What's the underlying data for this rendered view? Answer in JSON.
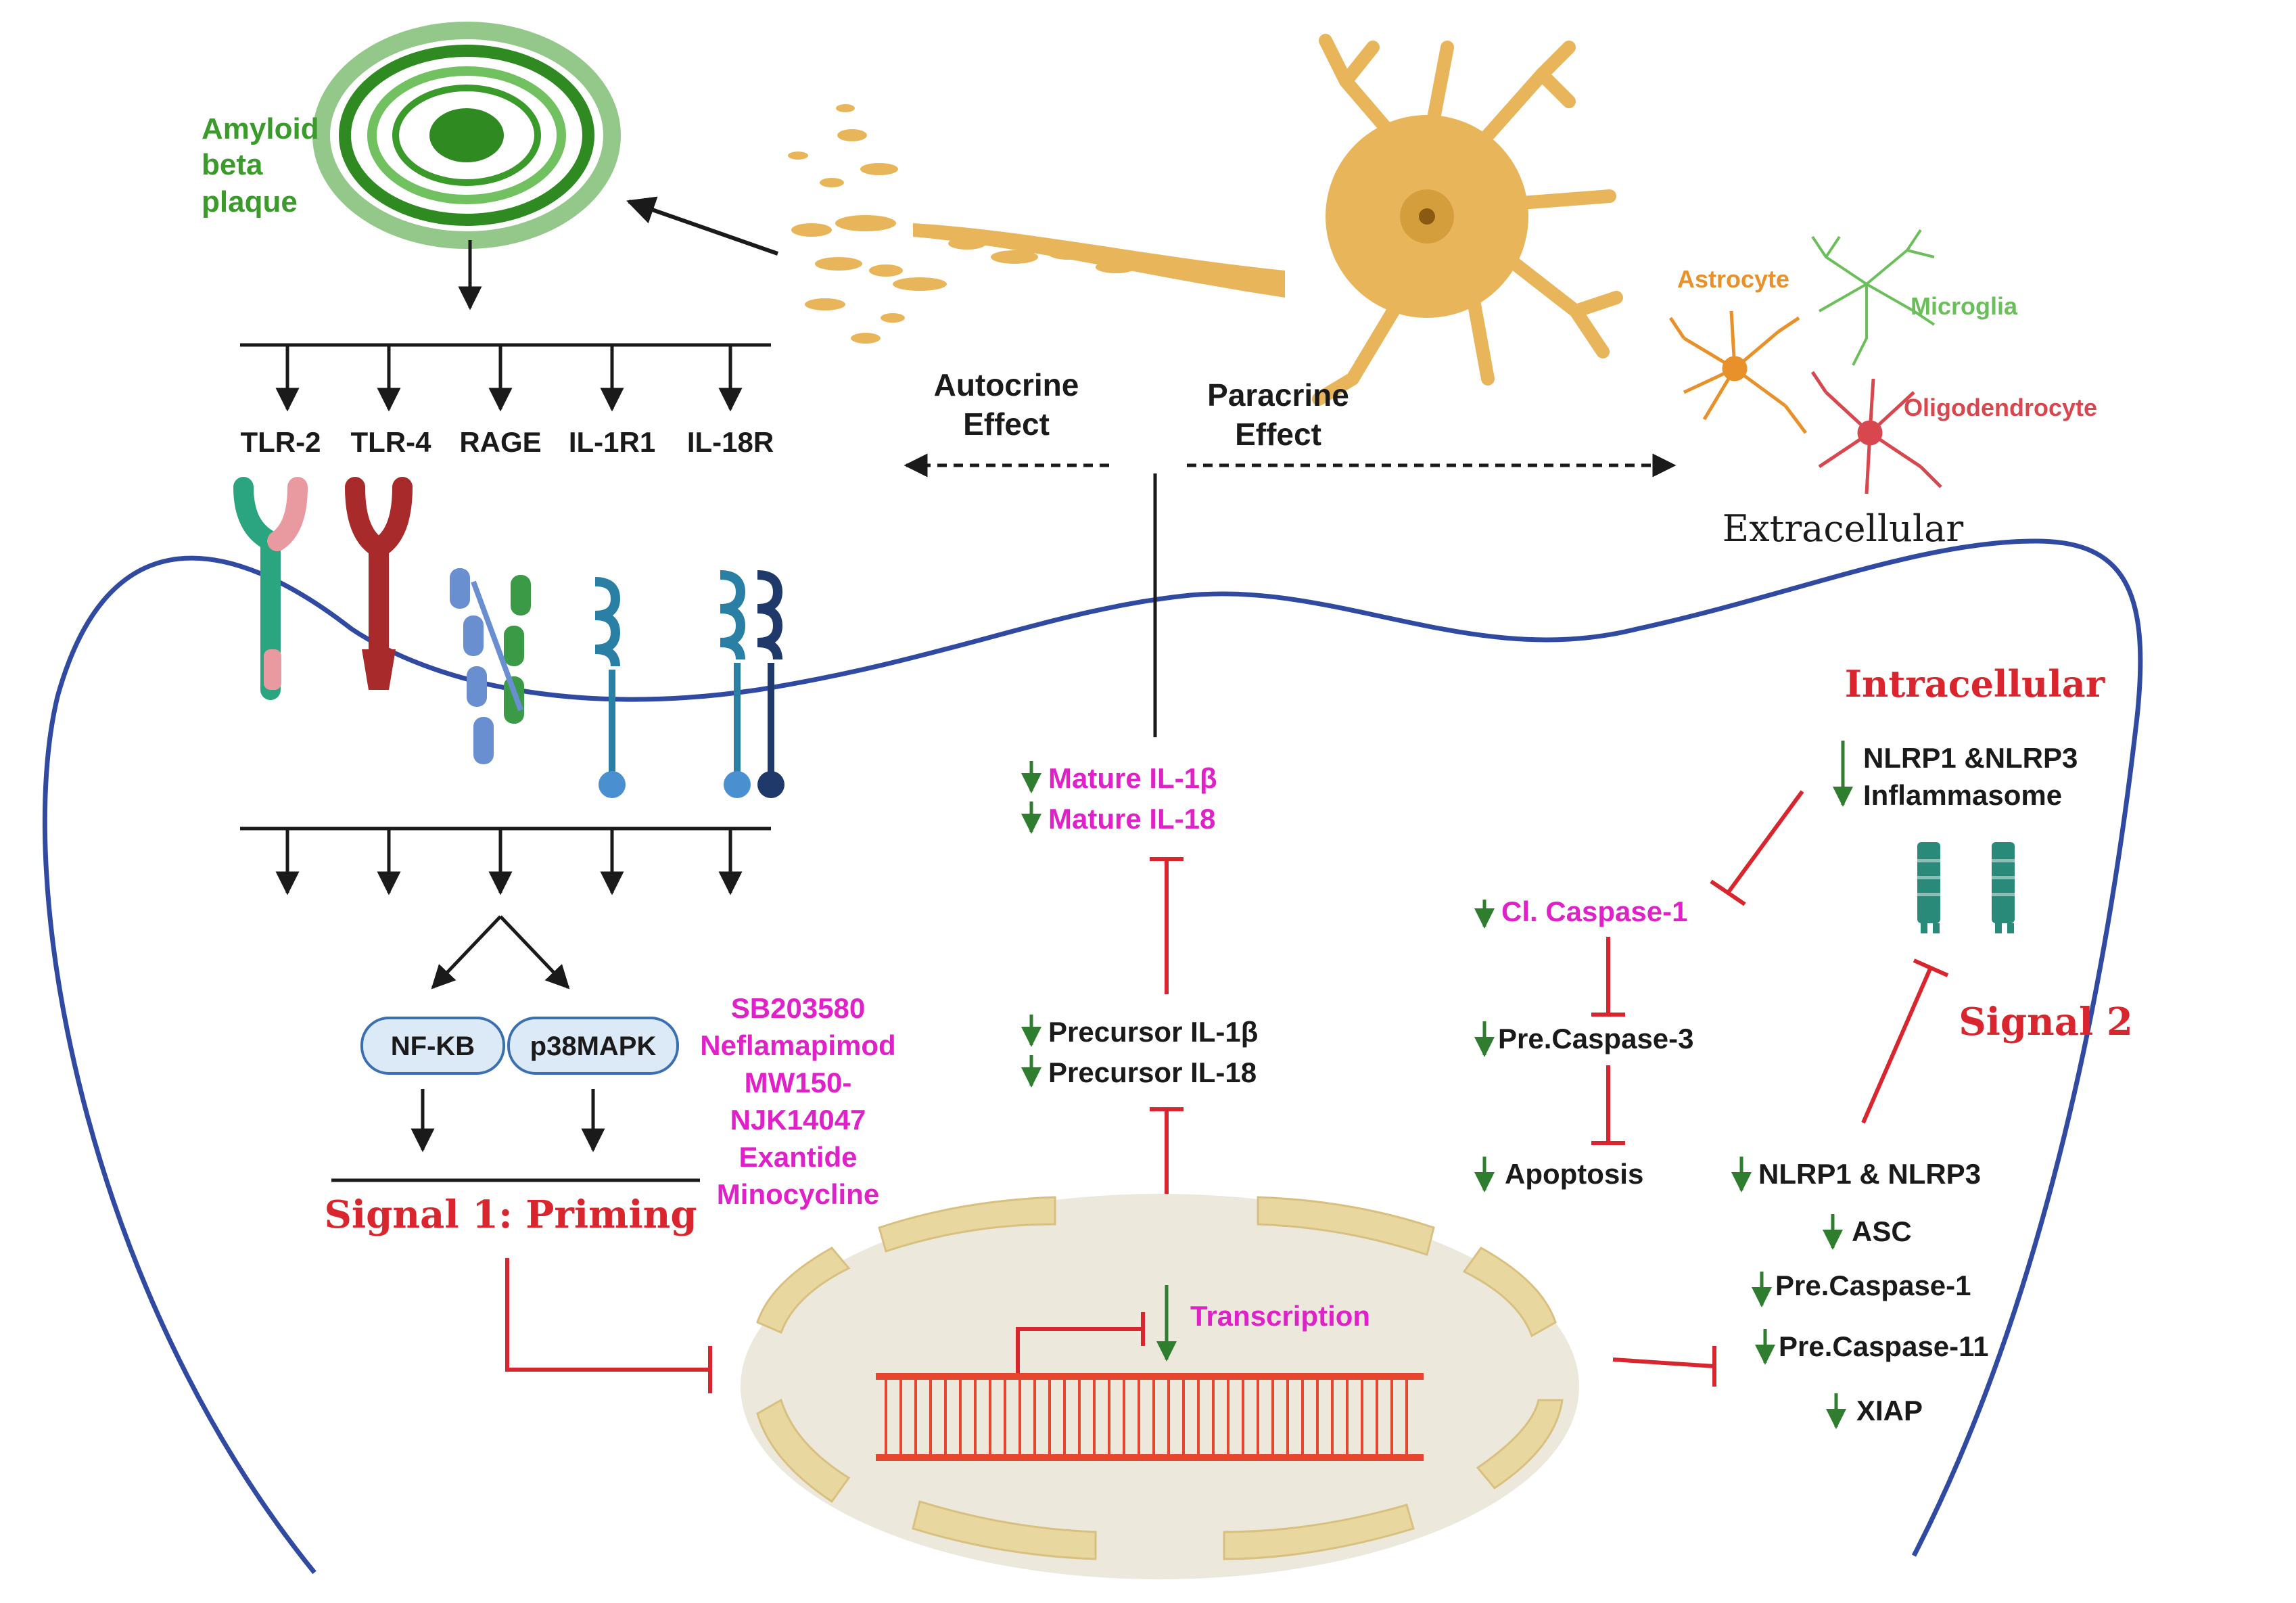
{
  "colors": {
    "membrane": "#2f4aa0",
    "arrow": "#1a1a1a",
    "inhibit": "#d9262e",
    "down_arrow": "#2f7d2f",
    "magenta": "#e020c8",
    "plaque": "#3a9a2a",
    "neuron": "#e8b55a",
    "nucleus": "#ece8dc",
    "nucleus_band": "#e9d7a0",
    "dna": "#e8452e",
    "astrocyte": "#e8902a",
    "microglia": "#6abf5a",
    "oligodendrocyte": "#d8464e",
    "pill_fill": "#dce9f7",
    "pill_stroke": "#3a6fb0"
  },
  "labels": {
    "amyloid": [
      "Amyloid",
      "beta",
      "plaque"
    ],
    "receptors": [
      "TLR-2",
      "TLR-4",
      "RAGE",
      "IL-1R1",
      "IL-18R"
    ],
    "autocrine": [
      "Autocrine",
      "Effect"
    ],
    "paracrine": [
      "Paracrine",
      "Effect"
    ],
    "astrocyte": "Astrocyte",
    "microglia": "Microglia",
    "oligodendrocyte": "Oligodendrocyte",
    "extracellular": "Extracellular",
    "intracellular": "Intracellular",
    "mature_il1b": "Mature IL-1β",
    "mature_il18": "Mature IL-18",
    "precursor_il1b": "Precursor IL-1β",
    "precursor_il18": "Precursor IL-18",
    "transcription": "Transcription",
    "nfkb": "NF-KB",
    "p38": "p38MAPK",
    "drugs": [
      "SB203580",
      "Neflamapimod",
      "MW150-",
      "NJK14047",
      "Exantide",
      "Minocycline"
    ],
    "signal1": "Signal 1: Priming",
    "signal2": "Signal 2",
    "nlrp_inflammasome": [
      "NLRP1 &NLRP3",
      "Inflammasome"
    ],
    "cl_caspase1": "Cl. Caspase-1",
    "pre_caspase3": "Pre.Caspase-3",
    "apoptosis": "Apoptosis",
    "nlrp_list": [
      "NLRP1 & NLRP3",
      "ASC",
      "Pre.Caspase-1",
      "Pre.Caspase-11",
      "XIAP"
    ]
  }
}
